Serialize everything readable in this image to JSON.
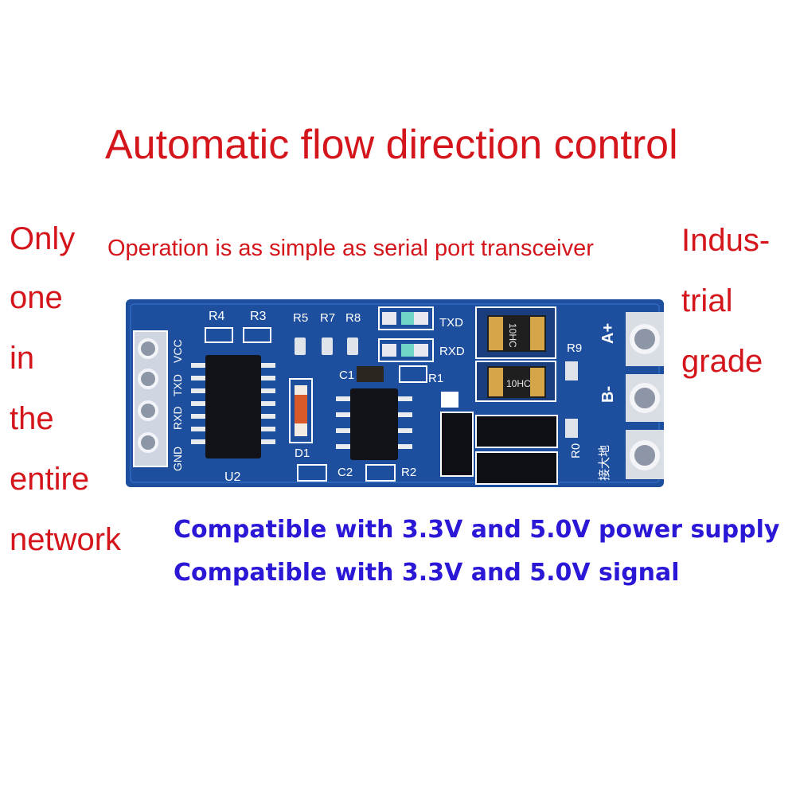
{
  "headline": "Automatic flow direction control",
  "subheadline": "Operation is as simple as serial port transceiver",
  "left_words": [
    "Only",
    "one",
    "in",
    "the",
    "entire",
    "network"
  ],
  "right_words": [
    "Indus-",
    "trial",
    "grade"
  ],
  "features": [
    "Compatible with 3.3V and 5.0V power supply",
    "Compatible with 3.3V and 5.0V signal"
  ],
  "board": {
    "pins_left": [
      "VCC",
      "TXD",
      "RXD",
      "GND"
    ],
    "pins_right": [
      "A+",
      "B-",
      "接大地"
    ],
    "parts": {
      "u2": "U2",
      "r4": "R4",
      "r3": "R3",
      "r5": "R5",
      "r7": "R7",
      "r8": "R8",
      "txd": "TXD",
      "rxd": "RXD",
      "c1": "C1",
      "r1": "R1",
      "d1": "D1",
      "c2": "C2",
      "r2": "R2",
      "r9": "R9",
      "r0": "R0"
    },
    "tvs_marking": "10HC",
    "colors": {
      "pcb": "#1d4f9e",
      "copper": "#dfe3ea",
      "text_red": "#d4161c",
      "text_blue": "#2b17d6"
    }
  }
}
